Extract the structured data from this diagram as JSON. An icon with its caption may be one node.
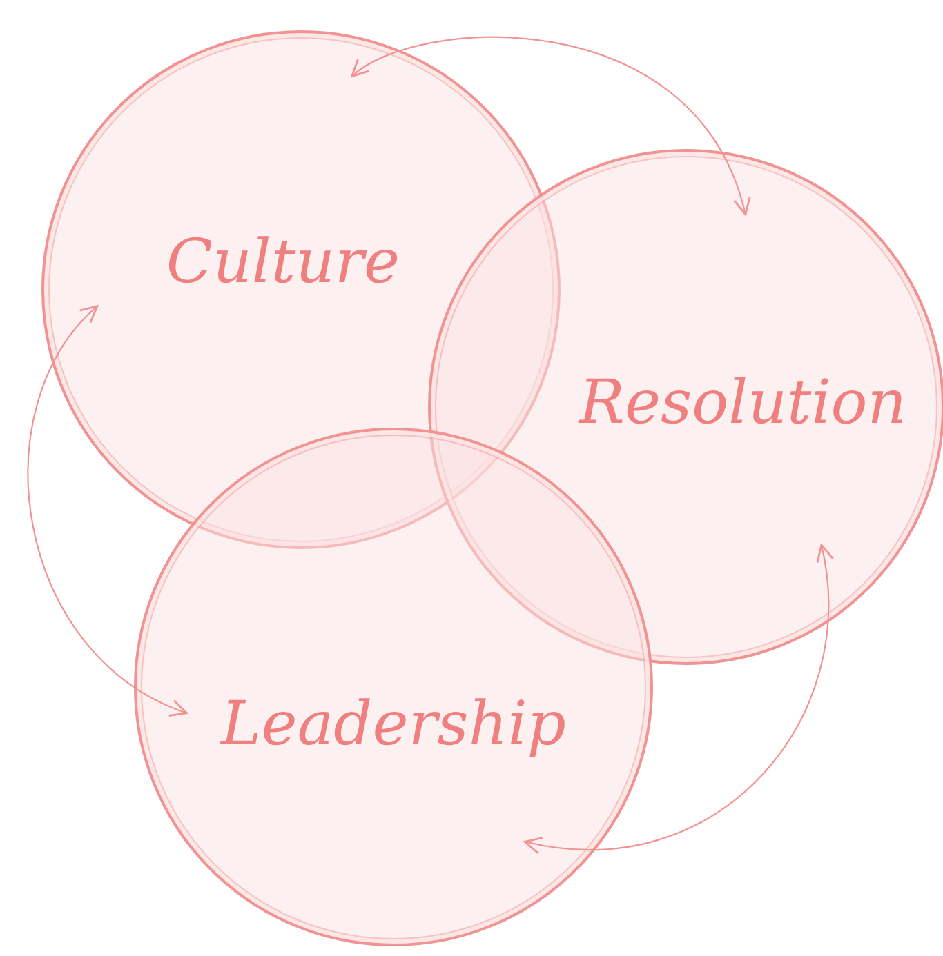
{
  "diagram": {
    "nodes": [
      {
        "text": [
          "Culture"
        ]
      },
      {
        "text": [
          "Resolution"
        ]
      },
      {
        "text": [
          "Leadership"
        ]
      }
    ],
    "edges": [
      {
        "from": 0,
        "to": 1,
        "arrow": "both"
      },
      {
        "from": 0,
        "to": 2,
        "arrow": "both"
      },
      {
        "from": 1,
        "to": 2,
        "arrow": "both"
      }
    ]
  }
}
